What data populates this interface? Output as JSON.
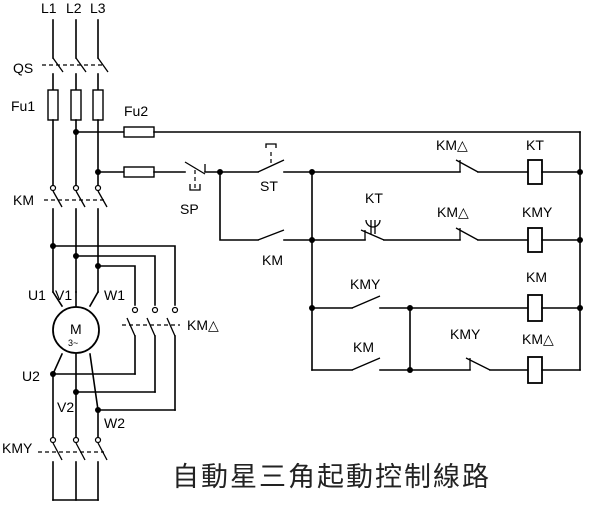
{
  "title": "自動星三角起動控制線路",
  "phases": {
    "l1": "L1",
    "l2": "L2",
    "l3": "L3"
  },
  "power": {
    "breaker": "QS",
    "main_fuse": "Fu1",
    "main_contactor": "KM",
    "delta_contactor": "KM△",
    "star_contactor": "KMY",
    "terminals": {
      "u1": "U1",
      "v1": "V1",
      "w1": "W1",
      "u2": "U2",
      "v2": "V2",
      "w2": "W2"
    },
    "motor": "M",
    "motor_phase": "3~"
  },
  "control": {
    "control_fuse": "Fu2",
    "stop_button": "SP",
    "start_button": "ST",
    "km_hold_contact": "KM",
    "timer_contact": "KT",
    "delta_nc_contact_1": "KM△",
    "delta_nc_contact_2": "KM△",
    "star_no_contact": "KMY",
    "km_no_contact": "KM",
    "star_nc_contact": "KMY",
    "coil_timer": "KT",
    "coil_star": "KMY",
    "coil_main": "KM",
    "coil_delta": "KM△"
  }
}
